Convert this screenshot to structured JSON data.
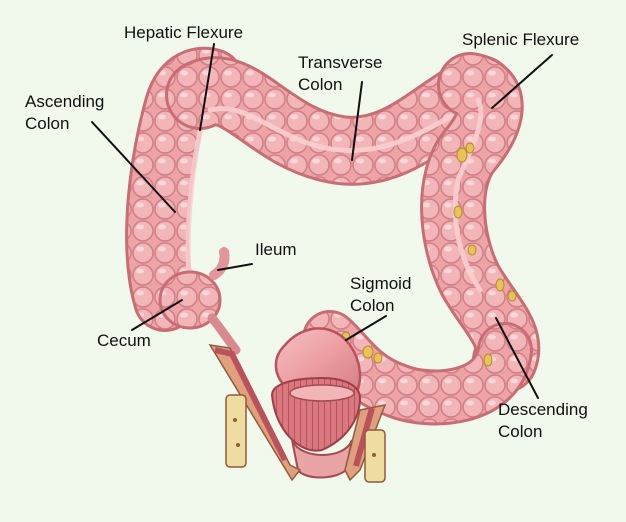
{
  "labels": {
    "hepatic_flexure": "Hepatic Flexure",
    "transverse_colon": [
      "Transverse",
      "Colon"
    ],
    "splenic_flexure": "Splenic Flexure",
    "ascending_colon": [
      "Ascending",
      "Colon"
    ],
    "ileum": "Ileum",
    "sigmoid_colon": [
      "Sigmoid",
      "Colon"
    ],
    "cecum": "Cecum",
    "descending_colon": [
      "Descending",
      "Colon"
    ]
  },
  "colors": {
    "background": "#f1f8ec",
    "colon_fill": "#eea3a6",
    "colon_dark": "#c96d74",
    "colon_light": "#f8cfd0",
    "fat_deposits": "#e8c35a",
    "leader_line": "#111111",
    "text": "#111111"
  }
}
